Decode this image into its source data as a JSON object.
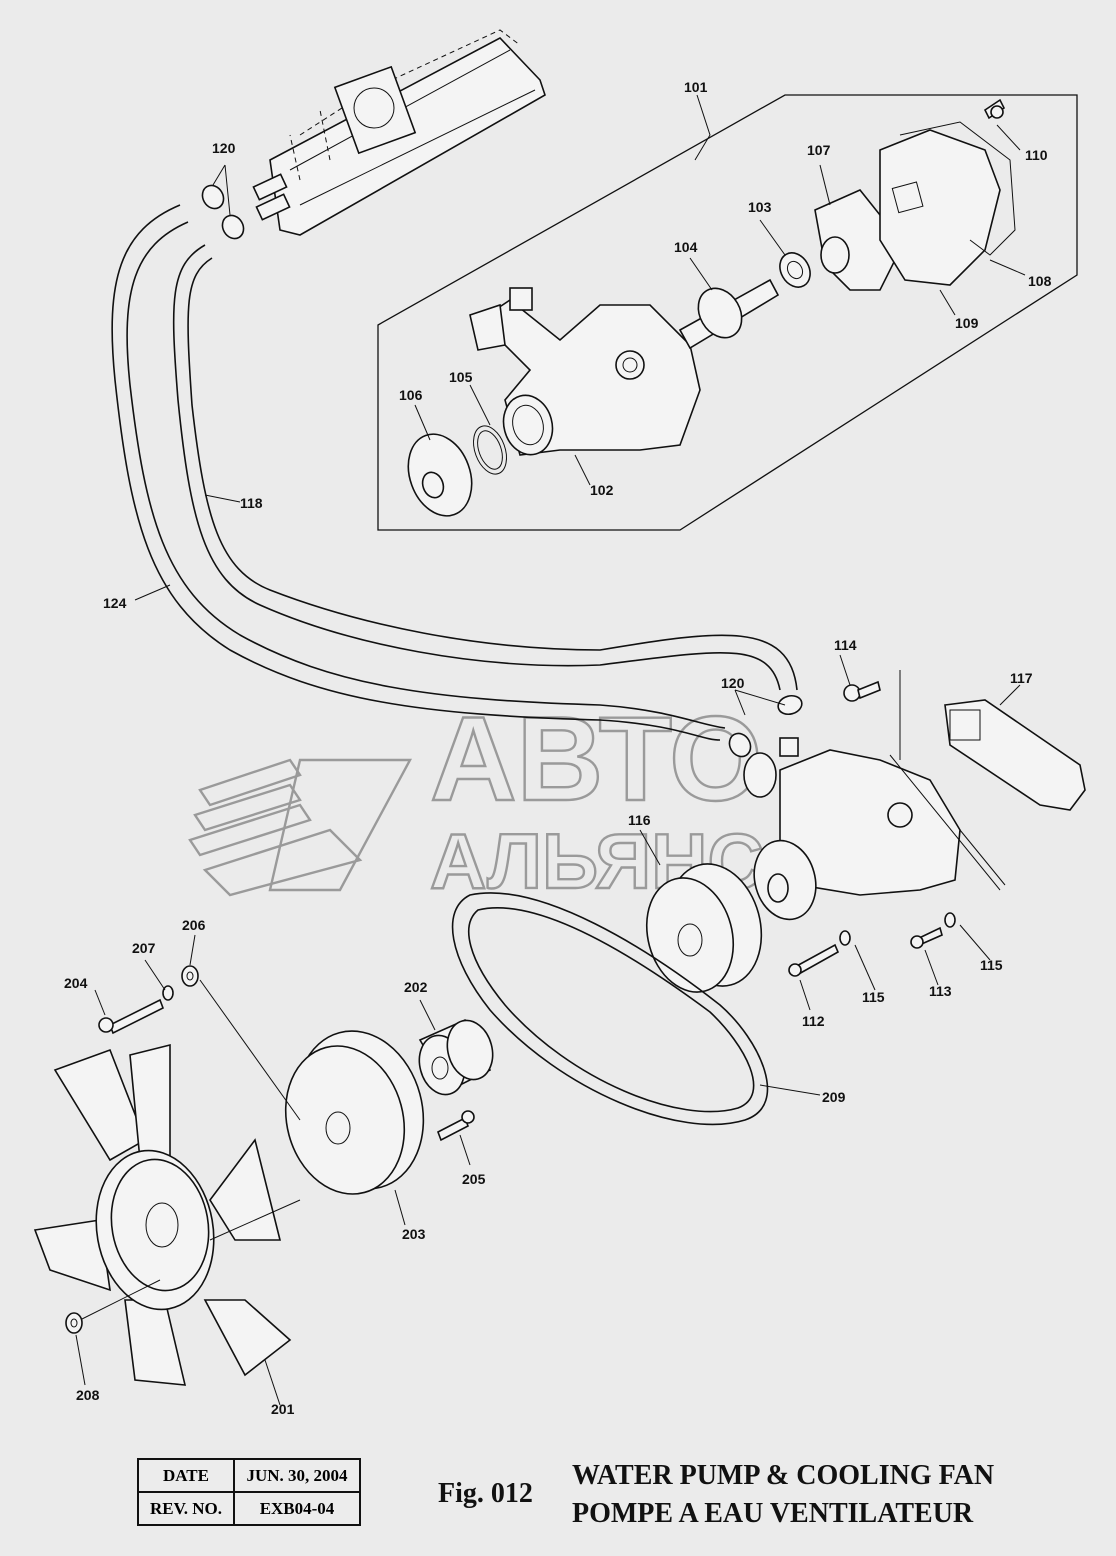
{
  "figure": {
    "fig_label": "Fig. 012",
    "title_en": "WATER PUMP & COOLING FAN",
    "title_fr": "POMPE A EAU VENTILATEUR"
  },
  "title_block": {
    "date_label": "DATE",
    "date_value": "JUN. 30, 2004",
    "rev_label": "REV. NO.",
    "rev_value": "EXB04-04"
  },
  "watermark": {
    "line1": "АВТО",
    "line2": "АЛЬЯНС"
  },
  "callouts": {
    "c101": "101",
    "c102": "102",
    "c103": "103",
    "c104": "104",
    "c105": "105",
    "c106": "106",
    "c107": "107",
    "c108": "108",
    "c109": "109",
    "c110": "110",
    "c112": "112",
    "c113": "113",
    "c114": "114",
    "c115a": "115",
    "c115b": "115",
    "c116": "116",
    "c117": "117",
    "c118": "118",
    "c120a": "120",
    "c120b": "120",
    "c124": "124",
    "c201": "201",
    "c202": "202",
    "c203": "203",
    "c204": "204",
    "c205": "205",
    "c206": "206",
    "c207": "207",
    "c208": "208",
    "c209": "209"
  }
}
